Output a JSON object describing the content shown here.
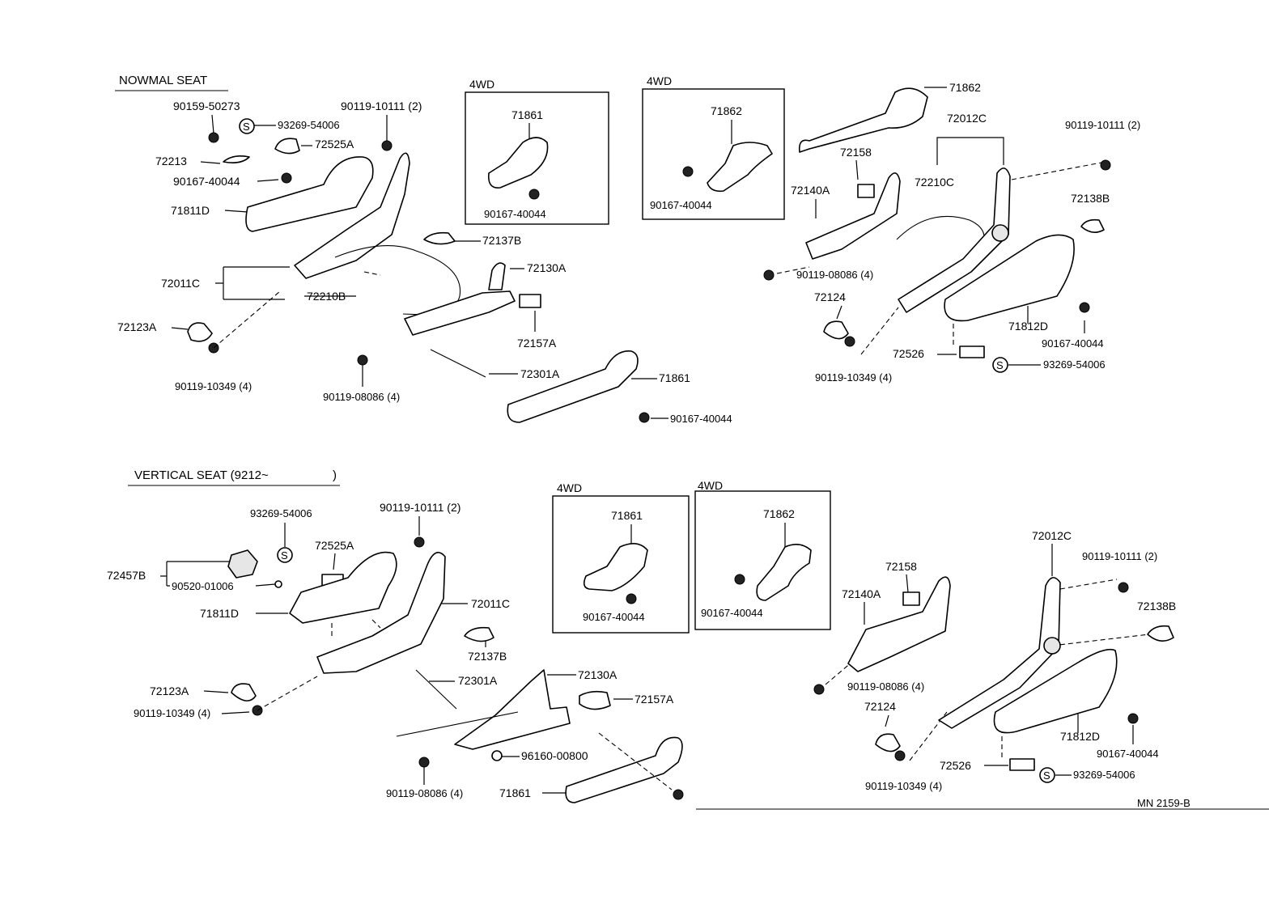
{
  "drawing_code": "MN 2159-B",
  "sections": {
    "normal": {
      "title": "NOWMAL SEAT",
      "labels": {
        "a": "90159-50273",
        "b": "93269-54006",
        "c": "72525A",
        "d": "90119-10111 (2)",
        "e": "72213",
        "f": "90167-40044",
        "g": "71811D",
        "h": "72137B",
        "i": "72130A",
        "j": "72011C",
        "k": "72210B",
        "l": "72123A",
        "m": "72157A",
        "n": "90119-10349 (4)",
        "o": "72301A",
        "p": "90119-08086 (4)",
        "q": "71861",
        "r": "90167-40044"
      },
      "box1": {
        "title": "4WD",
        "part": "71861",
        "bolt": "90167-40044"
      },
      "box2": {
        "title": "4WD",
        "part": "71862",
        "bolt": "90167-40044"
      },
      "right": {
        "a": "71862",
        "b": "72012C",
        "c": "90119-10111 (2)",
        "d": "72158",
        "e": "72210C",
        "f": "72140A",
        "g": "72138B",
        "h": "90119-08086 (4)",
        "i": "72124",
        "j": "71812D",
        "k": "90167-40044",
        "l": "72526",
        "m": "93269-54006",
        "n": "90119-10349 (4)"
      }
    },
    "vertical": {
      "title": "VERTICAL SEAT (9212~",
      "title_close": ")",
      "labels": {
        "a": "93269-54006",
        "b": "90119-10111 (2)",
        "c": "72525A",
        "d": "72457B",
        "e": "90520-01006",
        "f": "71811D",
        "g": "72011C",
        "h": "72137B",
        "i": "72301A",
        "j": "72130A",
        "k": "72123A",
        "l": "72157A",
        "m": "90119-10349 (4)",
        "n": "96160-00800",
        "o": "90119-08086 (4)",
        "p": "71861"
      },
      "box1": {
        "title": "4WD",
        "part": "71861",
        "bolt": "90167-40044"
      },
      "box2": {
        "title": "4WD",
        "part": "71862",
        "bolt": "90167-40044"
      },
      "right": {
        "a": "72012C",
        "b": "90119-10111 (2)",
        "c": "72158",
        "d": "72140A",
        "e": "72138B",
        "f": "90119-08086 (4)",
        "g": "72124",
        "h": "71812D",
        "i": "90167-40044",
        "j": "72526",
        "k": "93269-54006",
        "l": "90119-10349 (4)"
      }
    }
  }
}
